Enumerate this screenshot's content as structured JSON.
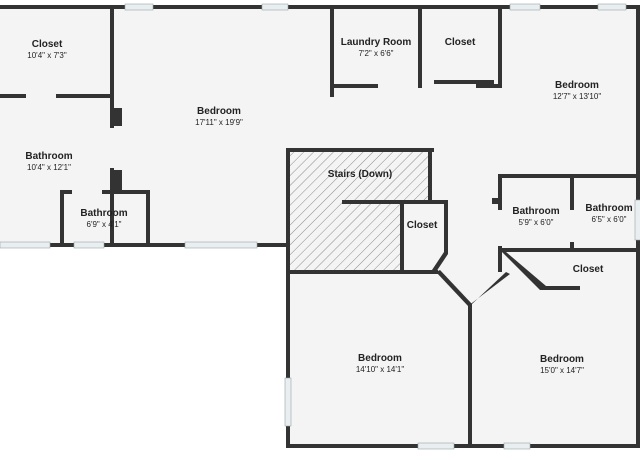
{
  "rooms": {
    "closet_top_left": {
      "name": "Closet",
      "dims": "10'4\" x 7'3\""
    },
    "bathroom_left": {
      "name": "Bathroom",
      "dims": "10'4\" x 12'1\""
    },
    "bathroom_small": {
      "name": "Bathroom",
      "dims": "6'9\" x 4'1\""
    },
    "bedroom_top_left": {
      "name": "Bedroom",
      "dims": "17'11\" x 19'9\""
    },
    "laundry": {
      "name": "Laundry Room",
      "dims": "7'2\" x 6'6\""
    },
    "closet_top_mid": {
      "name": "Closet",
      "dims": ""
    },
    "bedroom_top_right": {
      "name": "Bedroom",
      "dims": "12'7\" x 13'10\""
    },
    "stairs": {
      "name": "Stairs (Down)",
      "dims": ""
    },
    "closet_mid": {
      "name": "Closet",
      "dims": ""
    },
    "bathroom_mid_right": {
      "name": "Bathroom",
      "dims": "5'9\" x 6'0\""
    },
    "bathroom_far_right": {
      "name": "Bathroom",
      "dims": "6'5\" x 6'0\""
    },
    "closet_right": {
      "name": "Closet",
      "dims": ""
    },
    "bedroom_bottom_mid": {
      "name": "Bedroom",
      "dims": "14'10\" x 14'1\""
    },
    "bedroom_bottom_right": {
      "name": "Bedroom",
      "dims": "15'0\" x 14'7\""
    }
  },
  "colors": {
    "wall": "#333333",
    "floor": "#f4f4f4",
    "stairs_hatch": "#888888"
  }
}
